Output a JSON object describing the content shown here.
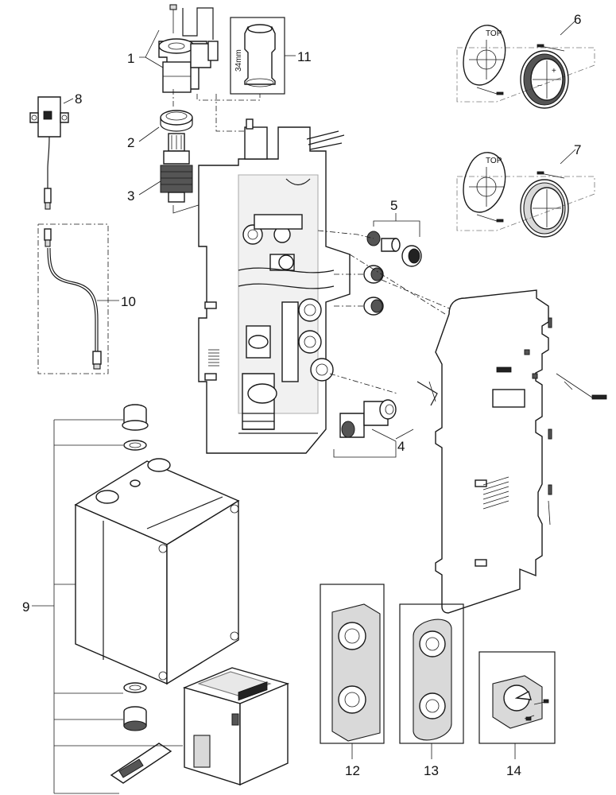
{
  "callouts": {
    "c1": "1",
    "c2": "2",
    "c3": "3",
    "c4": "4",
    "c5": "5",
    "c6": "6",
    "c7": "7",
    "c8": "8",
    "c9": "9",
    "c10": "10",
    "c11": "11",
    "c12": "12",
    "c13": "13",
    "c14": "14"
  },
  "dimension_label": "34mm"
}
